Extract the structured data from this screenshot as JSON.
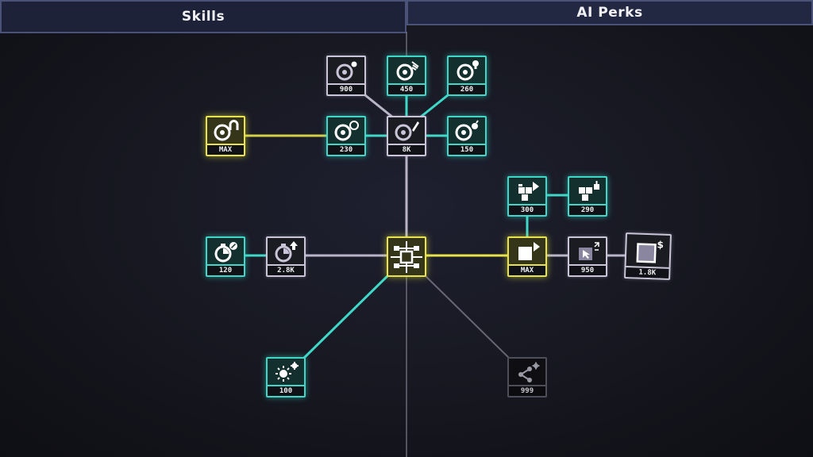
{
  "tabs": {
    "skills": "Skills",
    "ai_perks": "AI Perks"
  },
  "nodes": {
    "target_seed": "900",
    "target_swarm": "450",
    "target_idea": "260",
    "magnet": "MAX",
    "target_radius": "230",
    "target_rocket": "8K",
    "target_bomb": "150",
    "blocks_play": "300",
    "blocks_gift": "290",
    "timer_percent": "120",
    "timer_up": "2.8K",
    "core": "",
    "square_play": "MAX",
    "cursor_expand": "950",
    "square_money": "1.8K",
    "sun_gear": "100",
    "share_gear": "999"
  },
  "colors": {
    "cyan": "#3fd8c8",
    "yellow": "#e8e34a",
    "grey": "#c9c4d8",
    "dark": "#4e4e58"
  }
}
